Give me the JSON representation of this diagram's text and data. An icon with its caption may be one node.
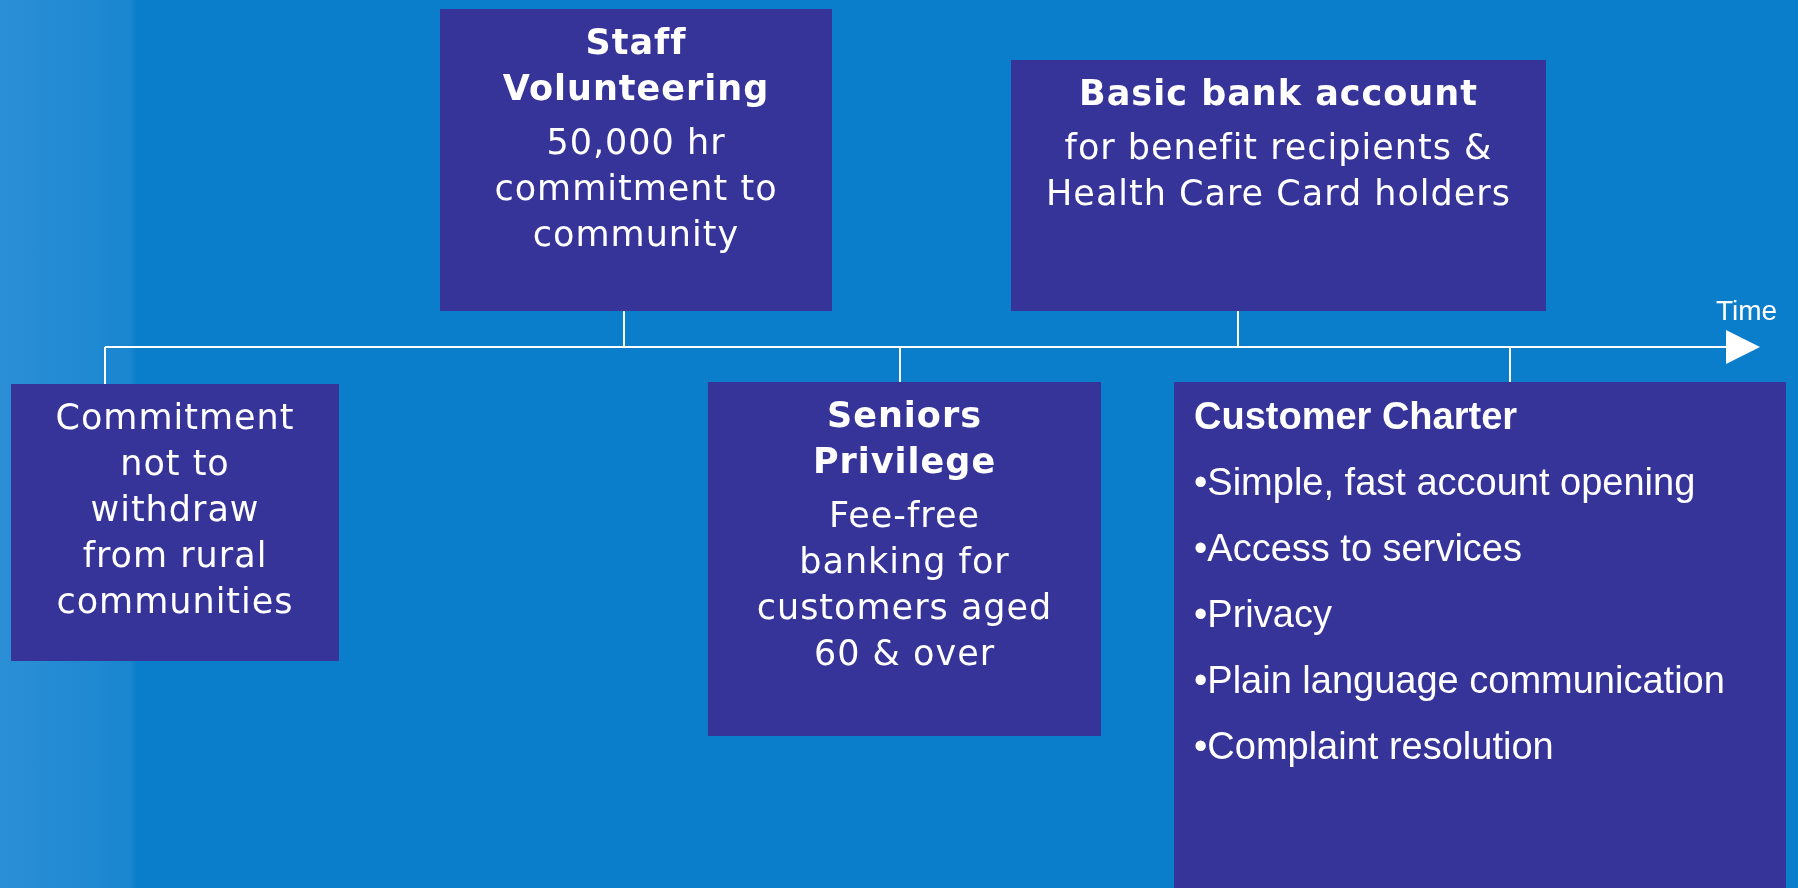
{
  "diagram": {
    "nodes": [
      {
        "text": [
          "Commitment not to withdraw from rural communities"
        ]
      },
      {
        "text": [
          "Staff Volunteering",
          "50,000 hr commitment to community"
        ]
      },
      {
        "text": [
          "Seniors Privilege",
          "Fee-free banking for customers aged 60 & over"
        ]
      },
      {
        "text": [
          "Basic bank account",
          "for benefit recipients & Health Care Card holders"
        ]
      },
      {
        "text": [
          "Customer Charter",
          "•Simple, fast account opening",
          "•Access to services",
          "•Privacy",
          "•Plain language communication",
          "•Complaint resolution"
        ]
      },
      {
        "text": [],
        "shape": "bar"
      }
    ],
    "edges": [
      {
        "from": 0,
        "to": 5,
        "arrow": "none"
      },
      {
        "from": 1,
        "to": 5,
        "arrow": "none"
      },
      {
        "from": 2,
        "to": 5,
        "arrow": "none"
      },
      {
        "from": 3,
        "to": 5,
        "arrow": "none"
      },
      {
        "from": 4,
        "to": 5,
        "arrow": "none"
      }
    ],
    "labels": [
      "Time"
    ]
  }
}
